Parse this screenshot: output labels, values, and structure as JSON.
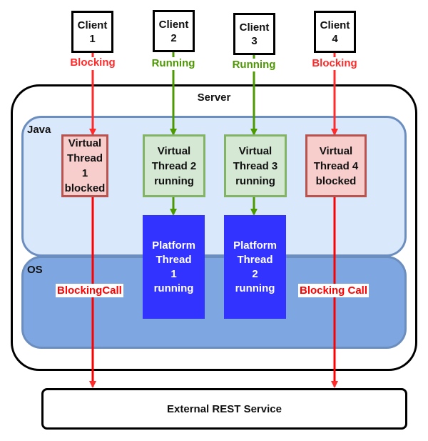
{
  "colors": {
    "blocking": "#ff2a2a",
    "running": "#4d9900",
    "blocking_call_line": "#ff0000",
    "java_fill": "#dae8fc",
    "os_fill": "#7ea6e0",
    "layer_border": "#6c8ebf",
    "vt_blocked_fill": "#f8cecc",
    "vt_blocked_border": "#b85450",
    "vt_running_fill": "#d5e8d4",
    "vt_running_border": "#82b366",
    "platform_fill": "#3333ff"
  },
  "clients": [
    {
      "line1": "Client",
      "line2": "1",
      "state": "Blocking",
      "status": "blocking"
    },
    {
      "line1": "Client",
      "line2": "2",
      "state": "Running",
      "status": "running"
    },
    {
      "line1": "Client",
      "line2": "3",
      "state": "Running",
      "status": "running"
    },
    {
      "line1": "Client",
      "line2": "4",
      "state": "Blocking",
      "status": "blocking"
    }
  ],
  "server": {
    "label": "Server"
  },
  "layers": {
    "java": "Java",
    "os": "OS"
  },
  "virtual_threads": [
    {
      "line1": "Virtual",
      "line2": "Thread 1",
      "line3": "blocked",
      "status": "blocked"
    },
    {
      "line1": "Virtual",
      "line2": "Thread 2",
      "line3": "running",
      "status": "running"
    },
    {
      "line1": "Virtual",
      "line2": "Thread 3",
      "line3": "running",
      "status": "running"
    },
    {
      "line1": "Virtual",
      "line2": "Thread 4",
      "line3": "blocked",
      "status": "blocked"
    }
  ],
  "platform_threads": [
    {
      "line1": "Platform",
      "line2": "Thread",
      "line3": "1",
      "line4": "running"
    },
    {
      "line1": "Platform",
      "line2": "Thread",
      "line3": "2",
      "line4": "running"
    }
  ],
  "blocking_calls": [
    "BlockingCall",
    "Blocking Call"
  ],
  "external_service": {
    "label": "External REST Service"
  }
}
